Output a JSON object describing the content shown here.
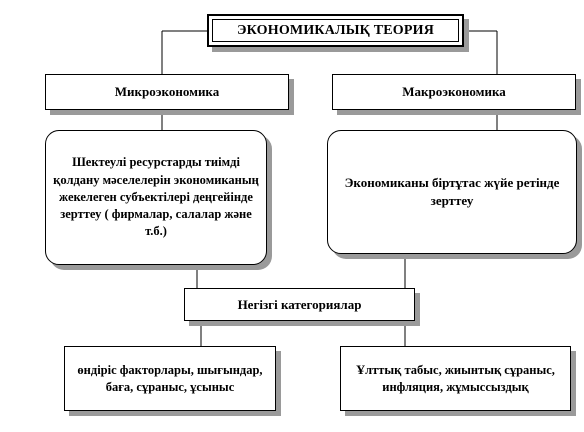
{
  "diagram": {
    "title": "ЭКОНОМИКАЛЫҚ ТЕОРИЯ",
    "branches": {
      "micro": {
        "label": "Микроэкономика",
        "description": "Шектеулі ресурстарды тиімді қолдану мәселелерін экономиканың жекелеген субъектілері деңгейінде зерттеу ( фирмалар, салалар және т.б.)"
      },
      "macro": {
        "label": "Макроэкономика",
        "description": "Экономиканы біртұтас жүйе ретінде зерттеу"
      }
    },
    "categories": {
      "label": "Негізгі категориялар",
      "micro_items": "өндіріс факторлары, шығындар, баға, сұраныс, ұсыныс",
      "macro_items": "Ұлттық табыс, жиынтық сұраныс, инфляция, жұмыссыздық"
    }
  }
}
